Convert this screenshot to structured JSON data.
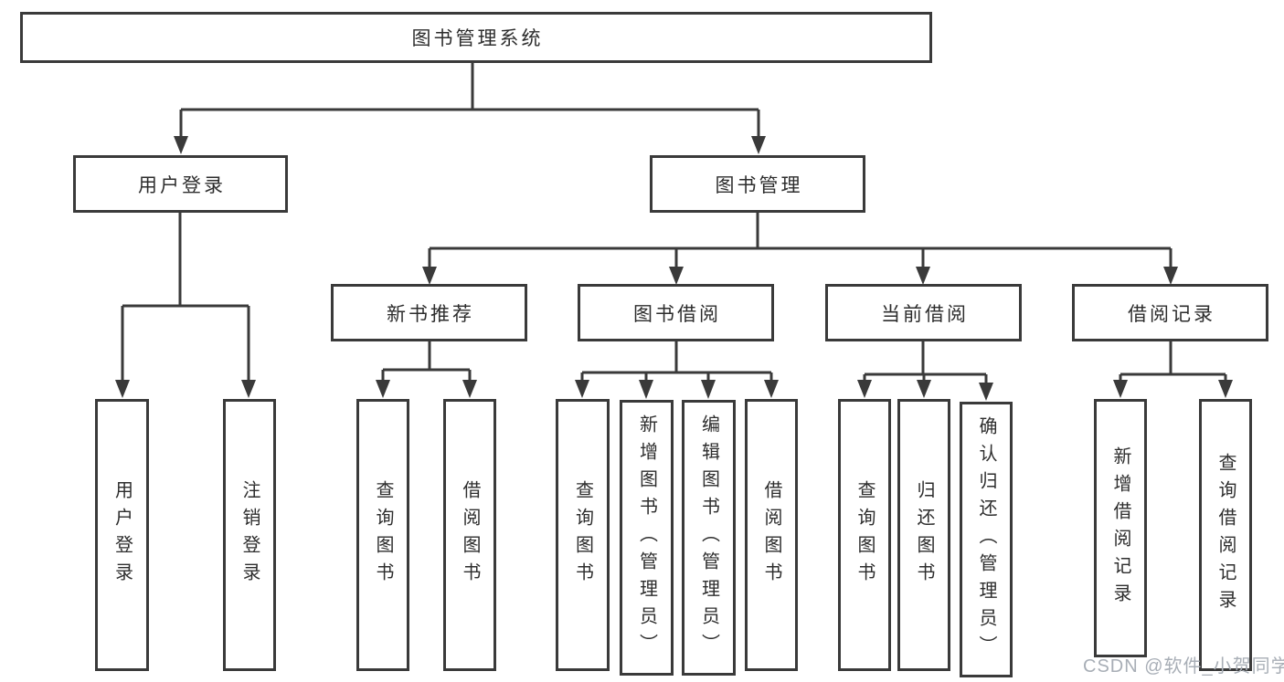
{
  "diagram": {
    "type": "hierarchy-tree",
    "orientation": "top-down"
  },
  "tree": {
    "root": {
      "label": "图书管理系统",
      "children": [
        {
          "label": "用户登录",
          "children": [
            {
              "label": "用户登录"
            },
            {
              "label": "注销登录"
            }
          ]
        },
        {
          "label": "图书管理",
          "children": [
            {
              "label": "新书推荐",
              "children": [
                {
                  "label": "查询图书"
                },
                {
                  "label": "借阅图书"
                }
              ]
            },
            {
              "label": "图书借阅",
              "children": [
                {
                  "label": "查询图书"
                },
                {
                  "label": "新增图书（管理员）"
                },
                {
                  "label": "编辑图书（管理员）"
                },
                {
                  "label": "借阅图书"
                }
              ]
            },
            {
              "label": "当前借阅",
              "children": [
                {
                  "label": "查询图书"
                },
                {
                  "label": "归还图书"
                },
                {
                  "label": "确认归还（管理员）"
                }
              ]
            },
            {
              "label": "借阅记录",
              "children": [
                {
                  "label": "新增借阅记录"
                },
                {
                  "label": "查询借阅记录"
                }
              ]
            }
          ]
        }
      ]
    }
  },
  "watermark": {
    "text": "CSDN @软件_小贺同学"
  },
  "colors": {
    "line": "#3a3a3a",
    "text": "#2d2d2d",
    "background": "#ffffff",
    "watermark": "#a8aeb6"
  }
}
